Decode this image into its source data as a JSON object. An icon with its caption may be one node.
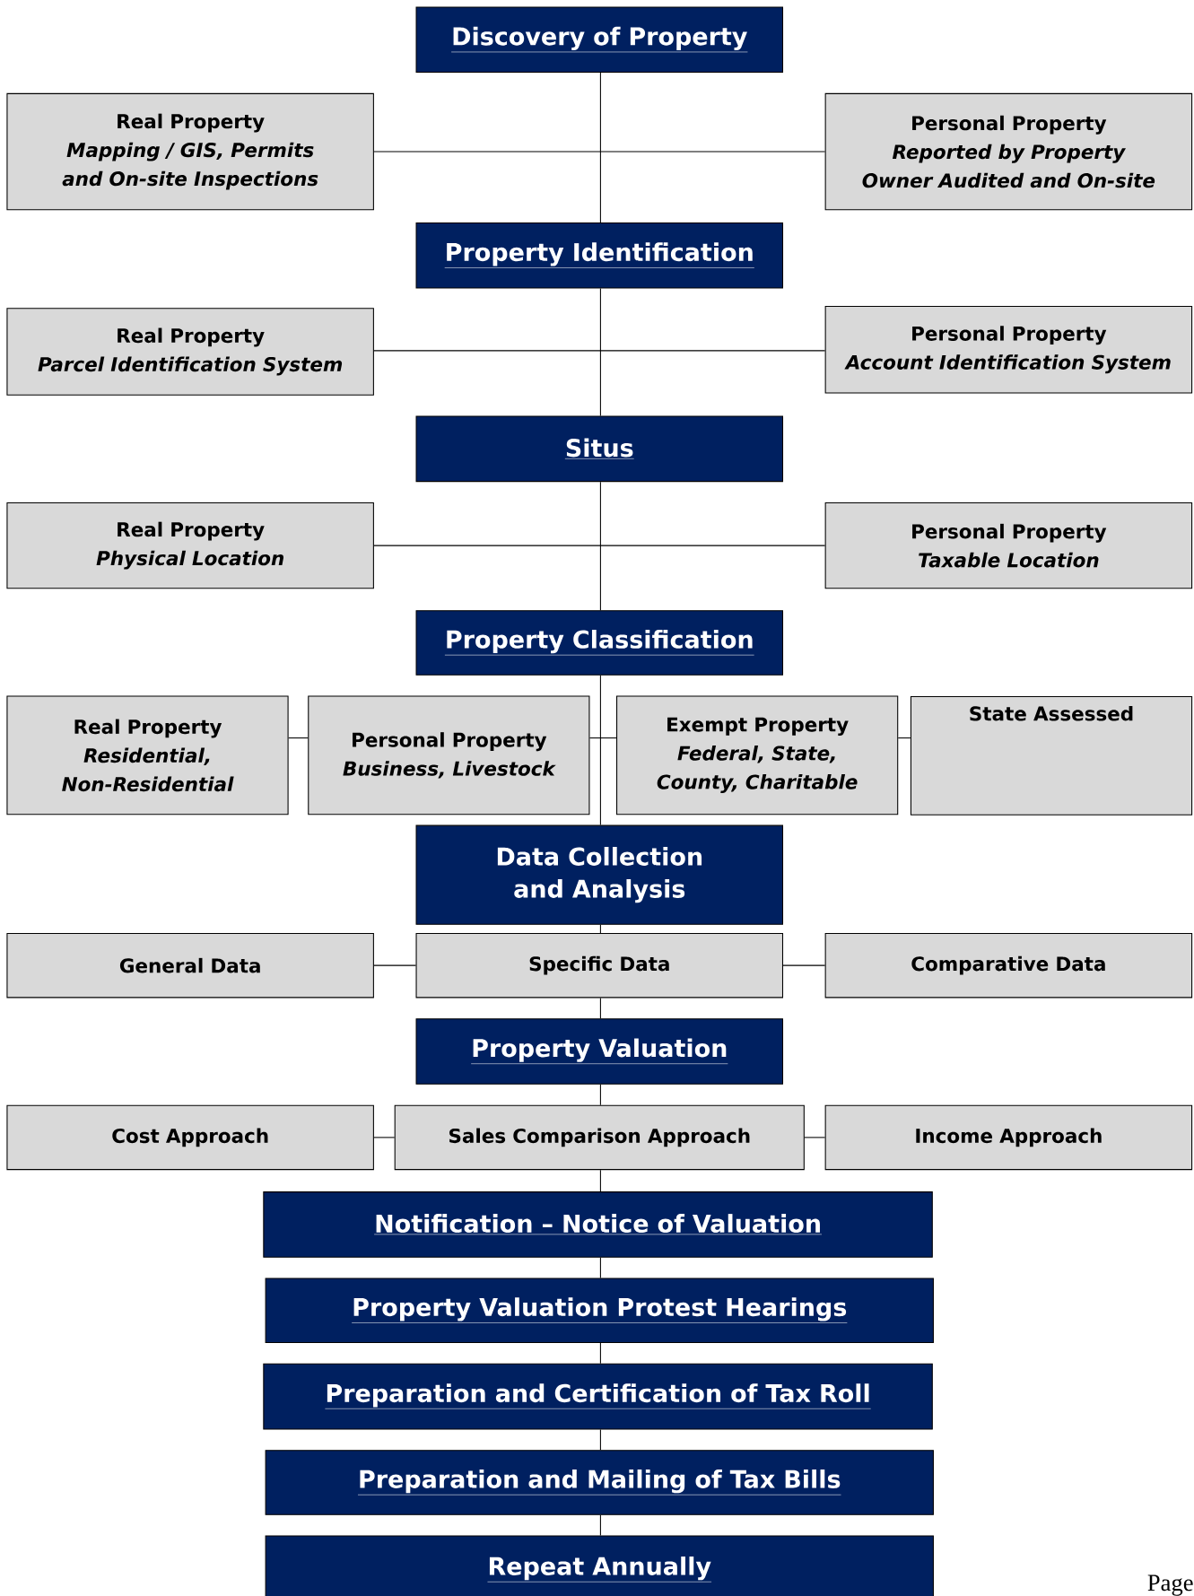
{
  "diagram": {
    "nodes": [
      {
        "text": [
          "Discovery of Property"
        ]
      },
      {
        "text": [
          "Real Property",
          "Mapping / GIS, Permits and On-site Inspections"
        ]
      },
      {
        "text": [
          "Personal Property",
          "Reported by Property Owner Audited and On-site"
        ]
      },
      {
        "text": [
          "Property Identification"
        ]
      },
      {
        "text": [
          "Real Property",
          "Parcel Identification System"
        ]
      },
      {
        "text": [
          "Personal Property",
          "Account Identification System"
        ]
      },
      {
        "text": [
          "Situs"
        ]
      },
      {
        "text": [
          "Real Property",
          "Physical Location"
        ]
      },
      {
        "text": [
          "Personal Property",
          "Taxable Location"
        ]
      },
      {
        "text": [
          "Property Classification"
        ]
      },
      {
        "text": [
          "Real Property",
          "Residential, Non-Residential"
        ]
      },
      {
        "text": [
          "Personal Property",
          "Business, Livestock"
        ]
      },
      {
        "text": [
          "Exempt Property",
          "Federal, State, County, Charitable"
        ]
      },
      {
        "text": [
          "State Assessed"
        ]
      },
      {
        "text": [
          "Data Collection and Analysis"
        ]
      },
      {
        "text": [
          "General Data"
        ]
      },
      {
        "text": [
          "Specific Data"
        ]
      },
      {
        "text": [
          "Comparative Data"
        ]
      },
      {
        "text": [
          "Property Valuation"
        ]
      },
      {
        "text": [
          "Cost Approach"
        ]
      },
      {
        "text": [
          "Sales Comparison Approach"
        ]
      },
      {
        "text": [
          "Income Approach"
        ]
      },
      {
        "text": [
          "Notification – Notice of Valuation"
        ]
      },
      {
        "text": [
          "Property Valuation Protest Hearings"
        ]
      },
      {
        "text": [
          "Preparation and Certification of Tax Roll"
        ]
      },
      {
        "text": [
          "Preparation and Mailing of Tax Bills"
        ]
      },
      {
        "text": [
          "Repeat Annually"
        ]
      }
    ],
    "edges": [
      {
        "from": 0,
        "to": 3,
        "arrow": "none"
      },
      {
        "from": 1,
        "to": 2,
        "arrow": "none"
      },
      {
        "from": 3,
        "to": 6,
        "arrow": "none"
      },
      {
        "from": 4,
        "to": 5,
        "arrow": "none"
      },
      {
        "from": 6,
        "to": 9,
        "arrow": "none"
      },
      {
        "from": 7,
        "to": 8,
        "arrow": "none"
      },
      {
        "from": 9,
        "to": 14,
        "arrow": "none"
      },
      {
        "from": 10,
        "to": 11,
        "arrow": "none"
      },
      {
        "from": 11,
        "to": 12,
        "arrow": "none"
      },
      {
        "from": 12,
        "to": 13,
        "arrow": "none"
      },
      {
        "from": 14,
        "to": 16,
        "arrow": "none"
      },
      {
        "from": 15,
        "to": 16,
        "arrow": "none"
      },
      {
        "from": 16,
        "to": 17,
        "arrow": "none"
      },
      {
        "from": 16,
        "to": 18,
        "arrow": "none"
      },
      {
        "from": 18,
        "to": 20,
        "arrow": "none"
      },
      {
        "from": 19,
        "to": 20,
        "arrow": "none"
      },
      {
        "from": 20,
        "to": 21,
        "arrow": "none"
      },
      {
        "from": 20,
        "to": 22,
        "arrow": "none"
      },
      {
        "from": 22,
        "to": 23,
        "arrow": "none"
      },
      {
        "from": 23,
        "to": 24,
        "arrow": "none"
      },
      {
        "from": 24,
        "to": 25,
        "arrow": "none"
      },
      {
        "from": 25,
        "to": 26,
        "arrow": "none"
      }
    ],
    "labels": [
      "Page"
    ]
  }
}
